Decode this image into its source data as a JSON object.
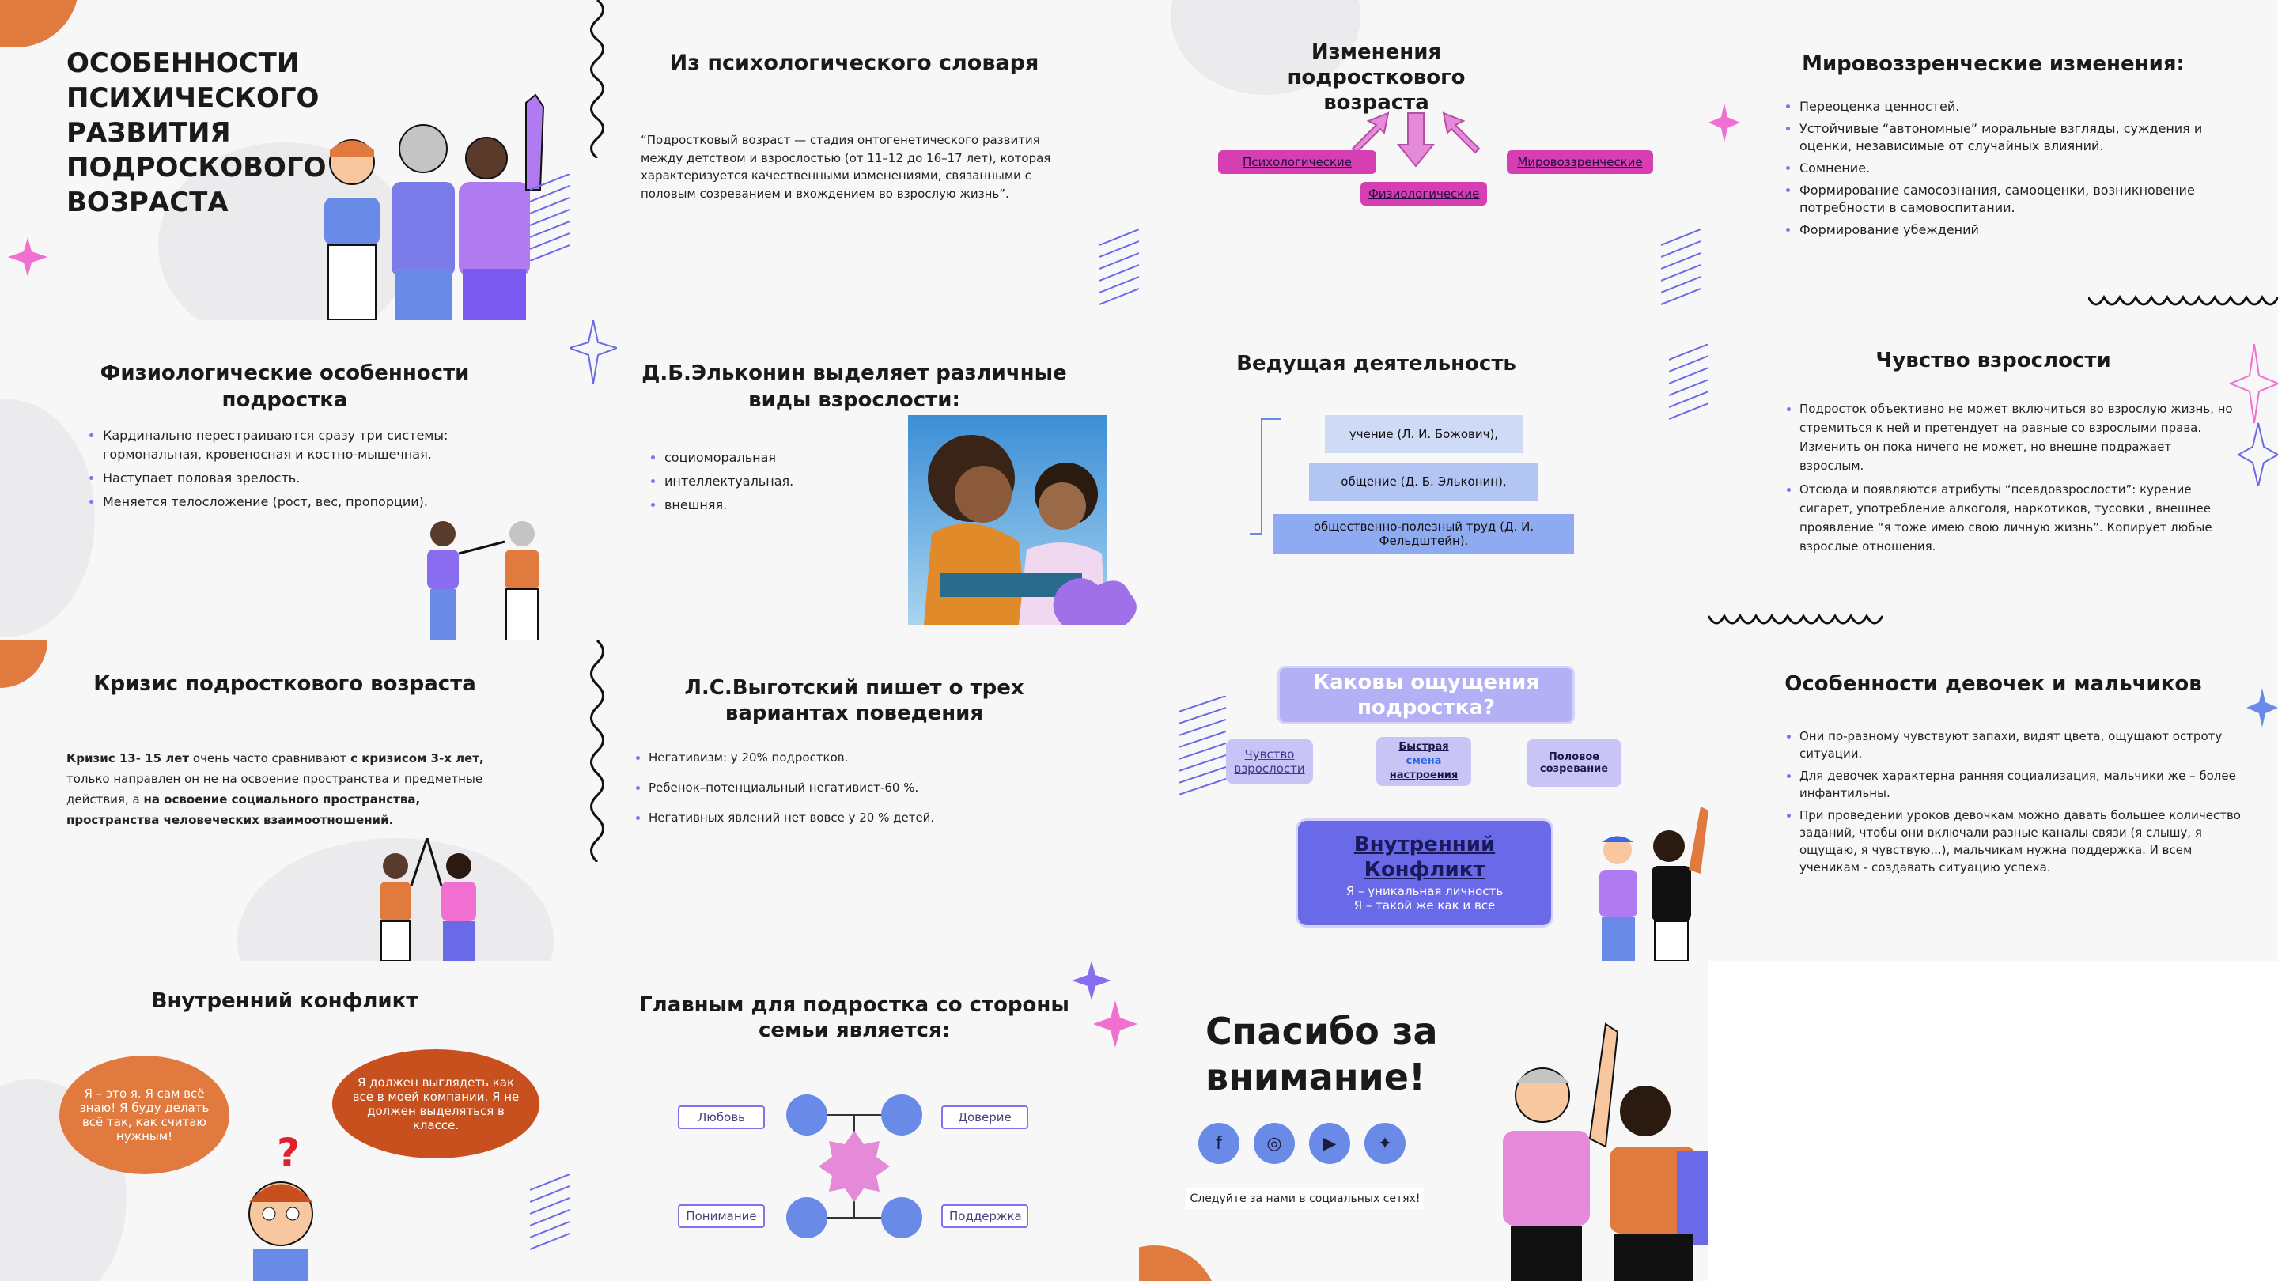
{
  "s1": {
    "title": "ОСОБЕННОСТИ ПСИХИЧЕСКОГО РАЗВИТИЯ ПОДРОСКОВОГО ВОЗРАСТА"
  },
  "s2": {
    "title": "Из психологического словаря",
    "text": "“Подростковый возраст — стадия онтогенетического развития между детством и взрослостью (от 11–12 до 16–17 лет), которая характеризуется качественными изменениями, связанными с половым созреванием и вхождением во взрослую жизнь”."
  },
  "s3": {
    "title": "Изменения подросткового возраста",
    "left": "Психологические",
    "center": "Физиологические",
    "right": "Мировоззренческие"
  },
  "s4": {
    "title": "Мировоззренческие изменения:",
    "items": [
      "Переоценка ценностей.",
      "Устойчивые “автономные” моральные взгляды, суждения и оценки, независимые от случайных влияний.",
      "Сомнение.",
      "Формирование самосознания, самооценки, возникновение потребности в самовоспитании.",
      "Формирование убеждений"
    ]
  },
  "s5": {
    "title": "Физиологические особенности подростка",
    "items": [
      "Кардинально перестраиваются сразу три системы: гормональная, кровеносная и костно-мышечная.",
      "Наступает половая зрелость.",
      "Меняется телосложение (рост, вес, пропорции)."
    ]
  },
  "s6": {
    "title": "Д.Б.Эльконин выделяет различные виды взрослости:",
    "items": [
      "социоморальная",
      "интеллектуальная.",
      "внешняя."
    ]
  },
  "s7": {
    "title": "Ведущая деятельность",
    "lvl1": "учение (Л. И. Божович),",
    "lvl2": "общение (Д. Б. Эльконин),",
    "lvl3": "общественно-полезный труд (Д. И. Фельдштейн)."
  },
  "s8": {
    "title": "Чувство взрослости",
    "items": [
      "Подросток объективно не может включиться во взрослую жизнь, но стремиться к ней и претендует на равные со взрослыми права. Изменить он пока ничего не может, но внешне подражает взрослым.",
      "Отсюда и появляются атрибуты “псевдовзрослости”: курение сигарет, употребление алкоголя, наркотиков, тусовки , внешнее проявление “я тоже имею свою личную жизнь”. Копирует любые взрослые отношения."
    ]
  },
  "s9": {
    "title": "Кризис подросткового возраста",
    "t1": "Кризис 13- 15 лет",
    "t2": " очень часто сравнивают ",
    "t3": "с кризисом 3-х лет,",
    "t4": " только направлен он не на освоение пространства и предметные действия, а ",
    "t5": "на освоение социального пространства, пространства человеческих взаимоотношений."
  },
  "s10": {
    "title": "Л.С.Выготский пишет о трех вариантах поведения",
    "items": [
      "Негативизм: у 20% подростков.",
      "Ребенок–потенциальный негативист-60 %.",
      "Негативных явлений нет вовсе у 20 % детей."
    ]
  },
  "s11": {
    "title": "Каковы ощущения подростка?",
    "a": "Чувство взрослости",
    "b1": "Быстрая",
    "b2": "смена",
    "b3": "настроения",
    "c": "Половое созревание",
    "box_title": "Внутренний Конфликт",
    "box_l1": "Я – уникальная личность",
    "box_l2": "Я – такой же как и все"
  },
  "s12": {
    "title": "Особенности девочек и мальчиков",
    "items": [
      "Они по-разному чувствуют запахи, видят цвета, ощущают остроту ситуации.",
      "Для девочек характерна ранняя социализация, мальчики же – более инфантильны.",
      "При проведении уроков девочкам можно давать большее количество заданий, чтобы они включали разные каналы связи (я слышу, я ощущаю, я чувствую...), мальчикам нужна поддержка. И всем ученикам - создавать ситуацию успеха."
    ]
  },
  "s13": {
    "title": "Внутренний конфликт",
    "left": "Я – это я. Я сам всё знаю! Я буду делать всё так, как считаю нужным!",
    "right": "Я должен выглядеть как все в моей компании. Я не должен выделяться в классе."
  },
  "s14": {
    "title": "Главным для подростка со стороны семьи является:",
    "tl": "Любовь",
    "tr": "Доверие",
    "bl": "Понимание",
    "br": "Поддержка"
  },
  "s15": {
    "title": "Спасибо за внимание!",
    "footer": "Следуйте за нами в социальных сетях!"
  },
  "colors": {
    "accent": "#8a6cf0",
    "magenta": "#d63fb3",
    "orange": "#e07a3f",
    "blue": "#6a8ae8",
    "pink": "#f06fd0"
  }
}
